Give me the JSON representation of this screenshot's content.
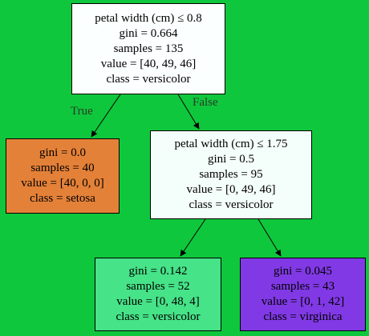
{
  "colors": {
    "background": "#0fc73c",
    "root_fill": "#fcffff",
    "setosa_fill": "#e48138",
    "versicolor_split_fill": "#f4fefb",
    "versicolor_leaf_fill": "#46e388",
    "virginica_fill": "#8139e5"
  },
  "edges": {
    "true_label": "True",
    "false_label": "False"
  },
  "nodes": {
    "root": {
      "condition": "petal width (cm) ≤ 0.8",
      "gini": "gini = 0.664",
      "samples": "samples = 135",
      "value": "value = [40, 49, 46]",
      "class": "class = versicolor"
    },
    "left_leaf": {
      "gini": "gini = 0.0",
      "samples": "samples = 40",
      "value": "value = [40, 0, 0]",
      "class": "class = setosa"
    },
    "right_split": {
      "condition": "petal width (cm) ≤ 1.75",
      "gini": "gini = 0.5",
      "samples": "samples = 95",
      "value": "value = [0, 49, 46]",
      "class": "class = versicolor"
    },
    "right_left_leaf": {
      "gini": "gini = 0.142",
      "samples": "samples = 52",
      "value": "value = [0, 48, 4]",
      "class": "class = versicolor"
    },
    "right_right_leaf": {
      "gini": "gini = 0.045",
      "samples": "samples = 43",
      "value": "value = [0, 1, 42]",
      "class": "class = virginica"
    }
  }
}
